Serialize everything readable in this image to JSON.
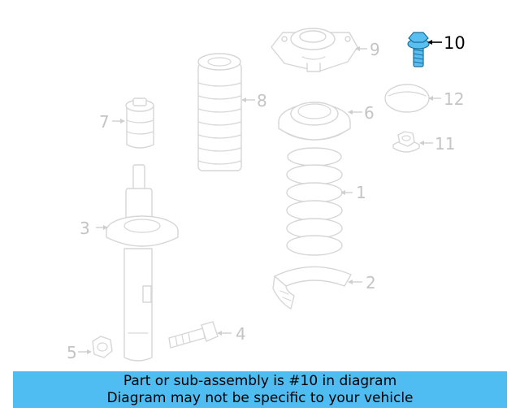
{
  "callouts": {
    "c1": "1",
    "c2": "2",
    "c3": "3",
    "c4": "4",
    "c5": "5",
    "c6": "6",
    "c7": "7",
    "c8": "8",
    "c9": "9",
    "c10": "10",
    "c11": "11",
    "c12": "12"
  },
  "highlighted_part": "10",
  "colors": {
    "highlight_fill": "#58bff0",
    "banner_background": "#4fbdf2",
    "faded_parts": "#d6d6d6"
  },
  "banner": {
    "line1": "Part or sub-assembly is #10 in diagram",
    "line2": "Diagram may not be specific to your vehicle"
  }
}
